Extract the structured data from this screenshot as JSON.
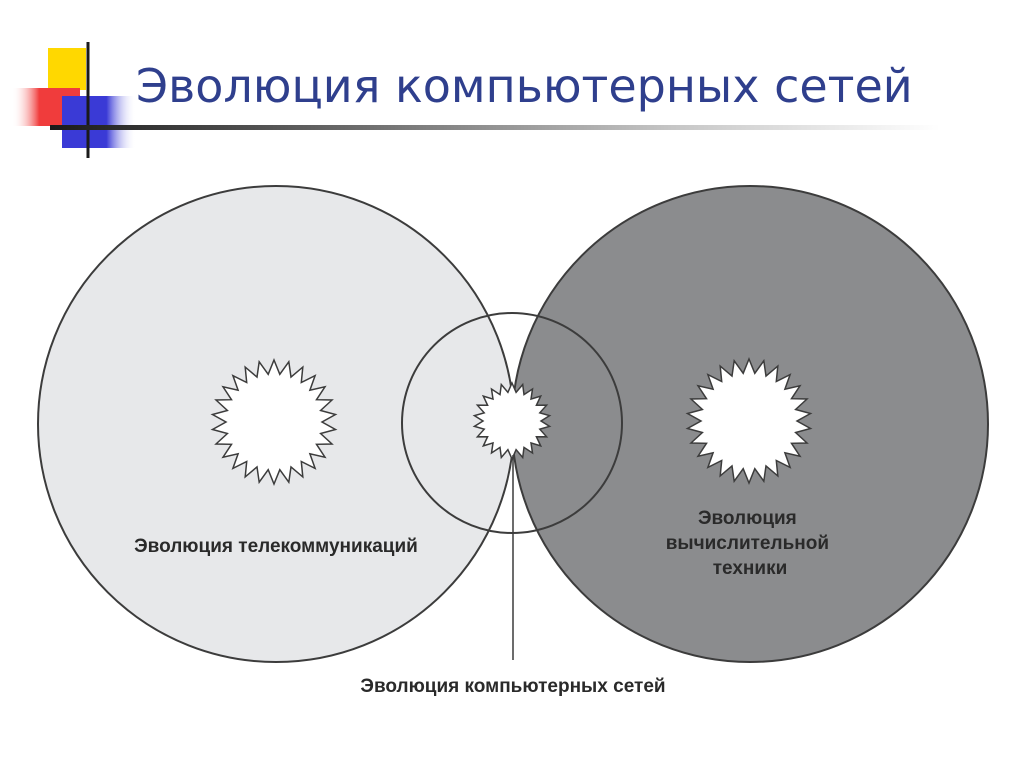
{
  "slide": {
    "title": "Эволюция компьютерных сетей"
  },
  "diagram": {
    "telecom_label": "Эволюция телекоммуникаций",
    "computing_label_lines": [
      "Эволюция",
      "вычислительной",
      "техники"
    ],
    "networks_label": "Эволюция компьютерных сетей"
  },
  "colors": {
    "title": "#2f3f8d",
    "telecom_circle": "#e7e8ea",
    "computing_circle": "#8b8c8e",
    "outline": "#3c3c3c",
    "deco_yellow": "#ffd800",
    "deco_red": "#f03c3c",
    "deco_blue": "#3a3ad6"
  }
}
